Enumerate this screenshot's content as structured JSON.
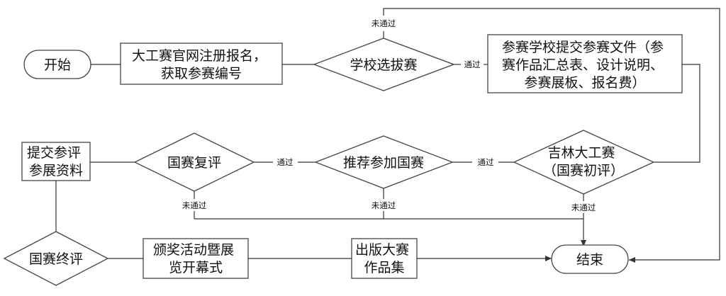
{
  "nodes": {
    "start": [
      "开始"
    ],
    "register": [
      "大工赛官网注册报名，",
      "获取参赛编号"
    ],
    "school_selection": [
      "学校选拔赛"
    ],
    "submit_docs": [
      "参赛学校提交参赛文件（参",
      "赛作品汇总表、设计说明、",
      "参赛展板、报名费）"
    ],
    "jilin": [
      "吉林大工赛",
      "（国赛初评）"
    ],
    "recommend": [
      "推荐参加国赛"
    ],
    "national_review": [
      "国赛复评"
    ],
    "submit_materials": [
      "提交参评",
      "参展资料"
    ],
    "national_final": [
      "国赛终评"
    ],
    "award": [
      "颁奖活动暨展",
      "览开幕式"
    ],
    "publish": [
      "出版大赛",
      "作品集"
    ],
    "end": [
      "结束"
    ]
  },
  "edge_labels": {
    "school_pass": "通过",
    "school_fail": "未通过",
    "jilin_pass": "通过",
    "jilin_fail": "未通过",
    "recommend_pass": "通过",
    "recommend_fail": "未通过",
    "review_fail": "未通过"
  },
  "colors": {
    "stroke": "#444444",
    "fill": "#ffffff",
    "text": "#111111"
  }
}
